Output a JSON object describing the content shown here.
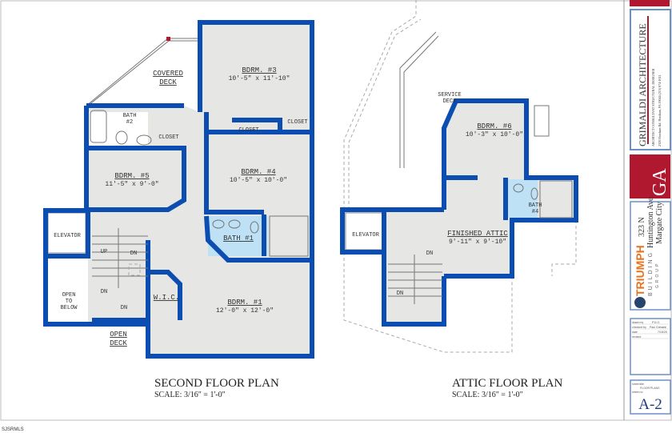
{
  "second_floor": {
    "title": "SECOND FLOOR PLAN",
    "scale": "SCALE: 3/16\" = 1'-0\"",
    "rooms": {
      "covered_deck": [
        "COVERED",
        "DECK"
      ],
      "bdrm3": {
        "name": "BDRM. #3",
        "dim": "10'-5\" x 11'-10\""
      },
      "bath2": [
        "BATH",
        "#2"
      ],
      "closet_a": "CLOSET",
      "closet_b": "CLOSET",
      "closet_c": "CLOSET",
      "bdrm5": {
        "name": "BDRM. #5",
        "dim": "11'-5\" x 9'-0\""
      },
      "bdrm4": {
        "name": "BDRM. #4",
        "dim": "10'-5\" x 10'-0\""
      },
      "elevator": "ELEVATOR",
      "bath1": "BATH #1",
      "up": "UP",
      "dn1": "DN",
      "dn2": "DN",
      "dn3": "DN",
      "open_below": [
        "OPEN",
        "TO",
        "BELOW"
      ],
      "wic": "W.I.C.",
      "bdrm1": {
        "name": "BDRM. #1",
        "dim": "12'-0\" x 12'-0\""
      },
      "open_deck": [
        "OPEN",
        "DECK"
      ]
    }
  },
  "attic": {
    "title": "ATTIC FLOOR PLAN",
    "scale": "SCALE: 3/16\" = 1'-0\"",
    "rooms": {
      "service_deck": [
        "SERVICE",
        "DECK"
      ],
      "bdrm6": {
        "name": "BDRM. #6",
        "dim": "10'-3\" x 10'-0\""
      },
      "bath4": [
        "BATH",
        "#4"
      ],
      "elevator": "ELEVATOR",
      "finished_attic": {
        "name": "FINISHED ATTIC",
        "dim": "9'-11\" x 9'-10\""
      },
      "dn1": "DN",
      "dn2": "DN"
    }
  },
  "title_block": {
    "firm": "GRIMALDI ARCHITECTURE",
    "firm_roles": "ARCHITECT    CONSULTANT    STRUCTURAL DESIGNER",
    "firm_address": "2320 Horsham Rd.   Horsham, PA 19044    (215) 674-1611",
    "firm_logo": "GA",
    "project_address": [
      "323 N",
      "Huntington Ave.",
      "Margate City"
    ],
    "builder_logo": [
      "TRIUMPH",
      "BUILDING",
      "GROUP"
    ],
    "drawn_by_label": "drawn by",
    "drawn_by": "P.D.G.",
    "checked_by_label": "checked by",
    "checked_by": "Paul Grimaldi",
    "date_label": "date",
    "date": "7/16/25",
    "revised_label": "revised",
    "sheet_title_label": "sheet title",
    "sheet_title": "FLOOR PLANS",
    "sheet_no_label": "sheet no.",
    "sheet_no": "A-2"
  },
  "watermark": "SJSRMLS",
  "colors": {
    "wall": "#0b4db0",
    "accent": "#b0182f",
    "builder_orange": "#e8731e",
    "bath": "#bfe1f5"
  }
}
